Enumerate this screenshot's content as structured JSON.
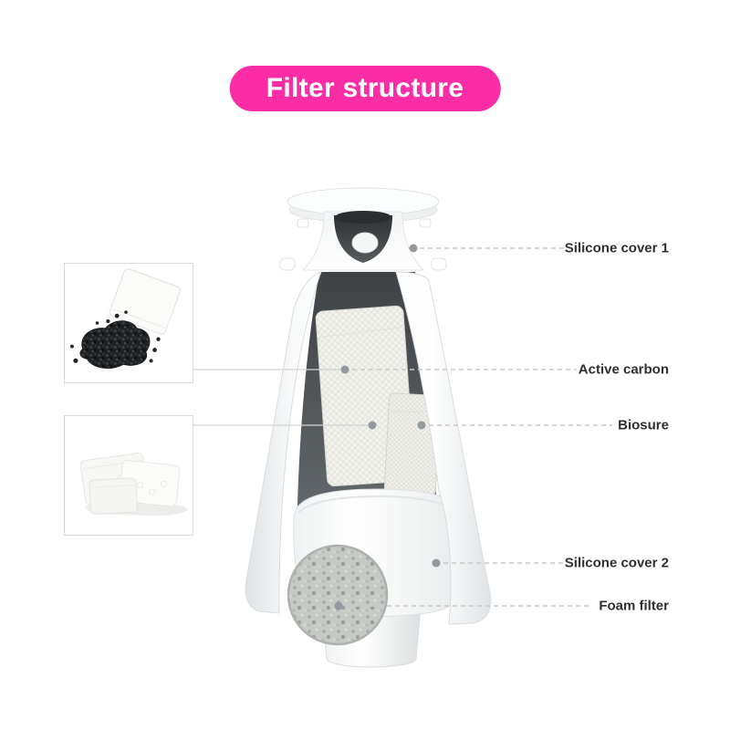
{
  "title_badge": {
    "label": "Filter structure"
  },
  "annotations": {
    "silicone_cover_1": "Silicone cover 1",
    "active_carbon": "Active carbon",
    "biosure": "Biosure",
    "silicone_cover_2": "Silicone cover 2",
    "foam_filter": "Foam filter"
  },
  "insets": {
    "carbon": {
      "name": "active-carbon-granules-photo"
    },
    "bags": {
      "name": "biosure-filter-bags-photo"
    }
  },
  "colors": {
    "badge_background": "#fa2ca6",
    "badge_text": "#ffffff",
    "label_text": "#2f2f2f",
    "leader_line": "#c9c9c9",
    "marker_dot": "#94999d"
  }
}
